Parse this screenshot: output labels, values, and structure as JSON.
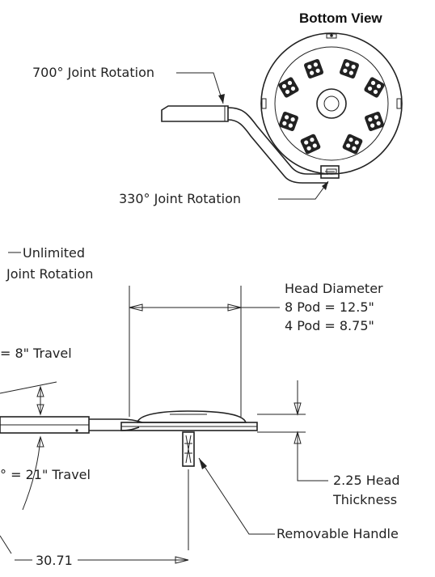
{
  "bottom_view": {
    "title": "Bottom View",
    "rotation_700": "700° Joint Rotation",
    "rotation_330": "330° Joint Rotation"
  },
  "side_view": {
    "unlimited_line1": "Unlimited",
    "unlimited_line2": "Joint Rotation",
    "head_diameter_title": "Head Diameter",
    "head_diameter_8pod": "8 Pod = 12.5\"",
    "head_diameter_4pod": "4 Pod = 8.75\"",
    "upper_travel": "= 8\" Travel",
    "lower_travel": "° = 21\" Travel",
    "head_thickness_line1": "2.25 Head",
    "head_thickness_line2": "Thickness",
    "removable_handle": "Removable Handle",
    "length_dimension": "30.71"
  },
  "colors": {
    "ink": "#222222",
    "background": "#ffffff"
  }
}
